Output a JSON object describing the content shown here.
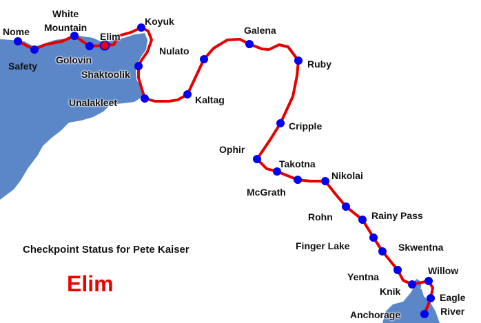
{
  "status": {
    "title": "Checkpoint Status for Pete Kaiser",
    "current": "Elim"
  },
  "colors": {
    "water": "#5b86c7",
    "land": "#ffffff",
    "trail": "#e50000",
    "checkpoint": "#0000ee",
    "current_checkpoint": "#ee0000",
    "status_text": "#ee0000"
  },
  "checkpoints": [
    {
      "id": "nome",
      "label": "Nome"
    },
    {
      "id": "safety",
      "label": "Safety"
    },
    {
      "id": "golovin",
      "label": "Golovin"
    },
    {
      "id": "white-mountain",
      "label": "White\nMountain"
    },
    {
      "id": "elim",
      "label": "Elim"
    },
    {
      "id": "koyuk",
      "label": "Koyuk"
    },
    {
      "id": "shaktoolik",
      "label": "Shaktoolik"
    },
    {
      "id": "unalakleet",
      "label": "Unalakleet"
    },
    {
      "id": "kaltag",
      "label": "Kaltag"
    },
    {
      "id": "nulato",
      "label": "Nulato"
    },
    {
      "id": "galena",
      "label": "Galena"
    },
    {
      "id": "ruby",
      "label": "Ruby"
    },
    {
      "id": "cripple",
      "label": "Cripple"
    },
    {
      "id": "ophir",
      "label": "Ophir"
    },
    {
      "id": "takotna",
      "label": "Takotna"
    },
    {
      "id": "mcgrath",
      "label": "McGrath"
    },
    {
      "id": "nikolai",
      "label": "Nikolai"
    },
    {
      "id": "rohn",
      "label": "Rohn"
    },
    {
      "id": "rainy-pass",
      "label": "Rainy Pass"
    },
    {
      "id": "finger-lake",
      "label": "Finger Lake"
    },
    {
      "id": "skwentna",
      "label": "Skwentna"
    },
    {
      "id": "yentna",
      "label": "Yentna"
    },
    {
      "id": "knik",
      "label": "Knik"
    },
    {
      "id": "willow",
      "label": "Willow"
    },
    {
      "id": "eagle-river",
      "label": "Eagle\nRiver"
    },
    {
      "id": "anchorage",
      "label": "Anchorage"
    }
  ]
}
